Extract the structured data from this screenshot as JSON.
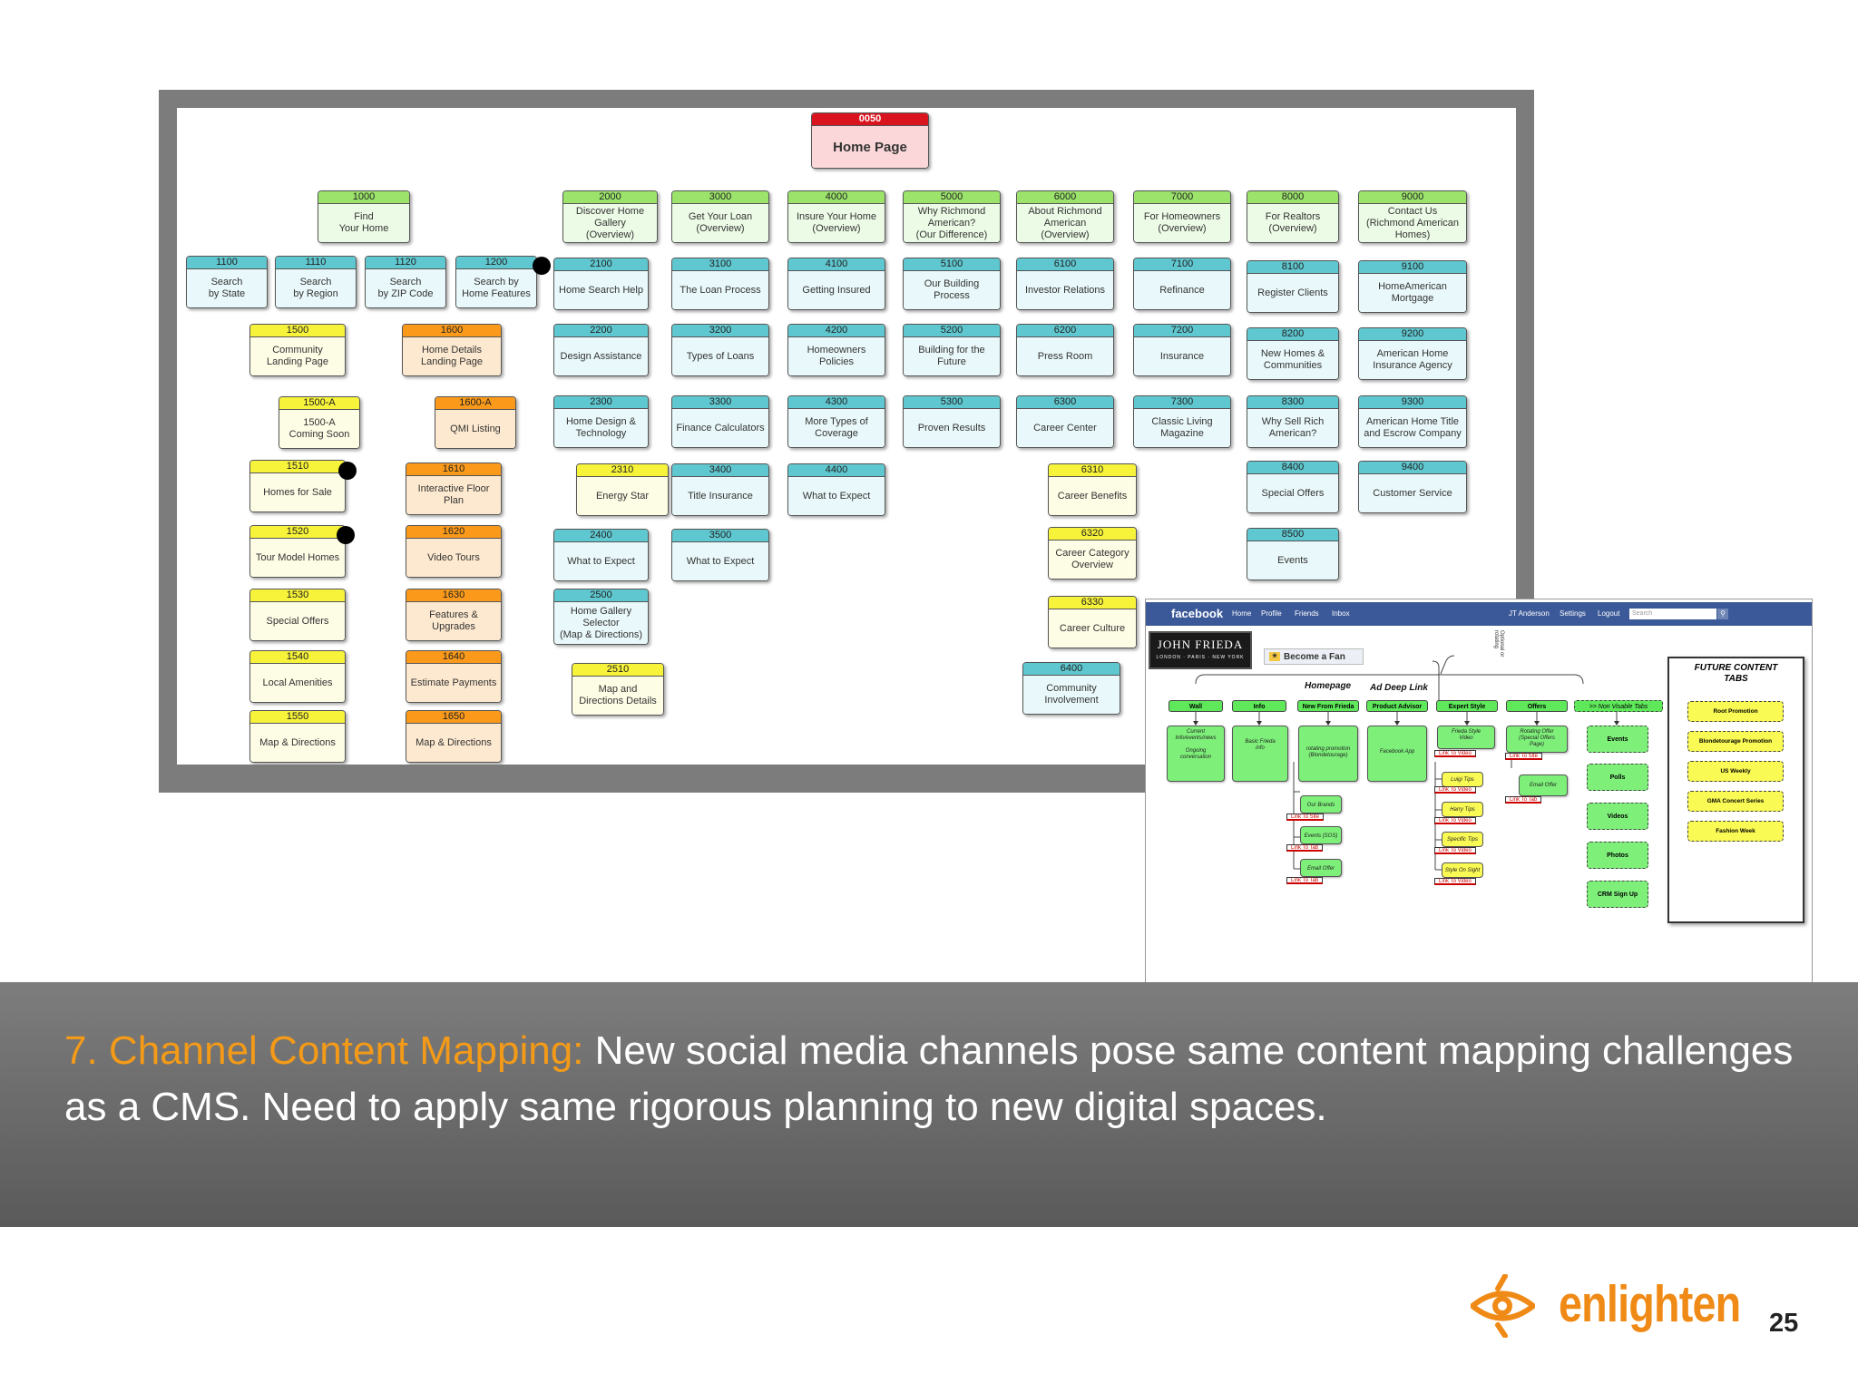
{
  "sitemap": {
    "home": {
      "id": "0050",
      "label": "Home Page"
    },
    "columns": [
      {
        "id": "1000",
        "label": "Find\nYour Home"
      },
      {
        "id": "2000",
        "label": "Discover Home\nGallery\n(Overview)"
      },
      {
        "id": "3000",
        "label": "Get Your Loan\n(Overview)"
      },
      {
        "id": "4000",
        "label": "Insure Your Home\n(Overview)"
      },
      {
        "id": "5000",
        "label": "Why Richmond\nAmerican?\n(Our Difference)"
      },
      {
        "id": "6000",
        "label": "About Richmond\nAmerican\n(Overview)"
      },
      {
        "id": "7000",
        "label": "For Homeowners\n(Overview)"
      },
      {
        "id": "8000",
        "label": "For Realtors\n(Overview)"
      },
      {
        "id": "9000",
        "label": "Contact Us\n(Richmond American\nHomes)"
      }
    ],
    "nodes": [
      {
        "id": "1100",
        "label": "Search\nby State",
        "color": "teal"
      },
      {
        "id": "1110",
        "label": "Search\nby Region",
        "color": "teal"
      },
      {
        "id": "1120",
        "label": "Search\nby ZIP Code",
        "color": "teal"
      },
      {
        "id": "1200",
        "label": "Search by\nHome Features",
        "color": "teal"
      },
      {
        "id": "1500",
        "label": "Community\nLanding Page",
        "color": "yellow"
      },
      {
        "id": "1600",
        "label": "Home Details\nLanding Page",
        "color": "orange"
      },
      {
        "id": "1500-A",
        "label": "1500-A\nComing Soon",
        "color": "yellow"
      },
      {
        "id": "1600-A",
        "label": "QMI Listing",
        "color": "orange"
      },
      {
        "id": "1510",
        "label": "Homes for Sale",
        "color": "yellow"
      },
      {
        "id": "1610",
        "label": "Interactive Floor\nPlan",
        "color": "orange"
      },
      {
        "id": "1520",
        "label": "Tour Model Homes",
        "color": "yellow"
      },
      {
        "id": "1620",
        "label": "Video Tours",
        "color": "orange"
      },
      {
        "id": "1530",
        "label": "Special Offers",
        "color": "yellow"
      },
      {
        "id": "1630",
        "label": "Features &\nUpgrades",
        "color": "orange"
      },
      {
        "id": "1540",
        "label": "Local Amenities",
        "color": "yellow"
      },
      {
        "id": "1640",
        "label": "Estimate Payments",
        "color": "orange"
      },
      {
        "id": "1550",
        "label": "Map & Directions",
        "color": "yellow"
      },
      {
        "id": "1650",
        "label": "Map & Directions",
        "color": "orange"
      },
      {
        "id": "2100",
        "label": "Home Search Help",
        "color": "teal"
      },
      {
        "id": "2200",
        "label": "Design Assistance",
        "color": "teal"
      },
      {
        "id": "2300",
        "label": "Home Design &\nTechnology",
        "color": "teal"
      },
      {
        "id": "2310",
        "label": "Energy Star",
        "color": "yellow"
      },
      {
        "id": "2400",
        "label": "What to Expect",
        "color": "teal"
      },
      {
        "id": "2500",
        "label": "Home Gallery\nSelector\n(Map & Directions)",
        "color": "teal"
      },
      {
        "id": "2510",
        "label": "Map and\nDirections Details",
        "color": "yellow"
      },
      {
        "id": "3100",
        "label": "The Loan Process",
        "color": "teal"
      },
      {
        "id": "3200",
        "label": "Types of Loans",
        "color": "teal"
      },
      {
        "id": "3300",
        "label": "Finance Calculators",
        "color": "teal"
      },
      {
        "id": "3400",
        "label": "Title Insurance",
        "color": "teal"
      },
      {
        "id": "3500",
        "label": "What to Expect",
        "color": "teal"
      },
      {
        "id": "4100",
        "label": "Getting Insured",
        "color": "teal"
      },
      {
        "id": "4200",
        "label": "Homeowners\nPolicies",
        "color": "teal"
      },
      {
        "id": "4300",
        "label": "More Types of\nCoverage",
        "color": "teal"
      },
      {
        "id": "4400",
        "label": "What to Expect",
        "color": "teal"
      },
      {
        "id": "5100",
        "label": "Our Building\nProcess",
        "color": "teal"
      },
      {
        "id": "5200",
        "label": "Building for the\nFuture",
        "color": "teal"
      },
      {
        "id": "5300",
        "label": "Proven Results",
        "color": "teal"
      },
      {
        "id": "6100",
        "label": "Investor Relations",
        "color": "teal"
      },
      {
        "id": "6200",
        "label": "Press Room",
        "color": "teal"
      },
      {
        "id": "6300",
        "label": "Career Center",
        "color": "teal"
      },
      {
        "id": "6310",
        "label": "Career Benefits",
        "color": "yellow"
      },
      {
        "id": "6320",
        "label": "Career Category\nOverview",
        "color": "yellow"
      },
      {
        "id": "6330",
        "label": "Career Culture",
        "color": "yellow"
      },
      {
        "id": "6400",
        "label": "Community\nInvolvement",
        "color": "teal"
      },
      {
        "id": "7100",
        "label": "Refinance",
        "color": "teal"
      },
      {
        "id": "7200",
        "label": "Insurance",
        "color": "teal"
      },
      {
        "id": "7300",
        "label": "Classic Living\nMagazine",
        "color": "teal"
      },
      {
        "id": "8100",
        "label": "Register Clients",
        "color": "teal"
      },
      {
        "id": "8200",
        "label": "New Homes &\nCommunities",
        "color": "teal"
      },
      {
        "id": "8300",
        "label": "Why Sell Rich\nAmerican?",
        "color": "teal"
      },
      {
        "id": "8400",
        "label": "Special Offers",
        "color": "teal"
      },
      {
        "id": "8500",
        "label": "Events",
        "color": "teal"
      },
      {
        "id": "9100",
        "label": "HomeAmerican\nMortgage",
        "color": "teal"
      },
      {
        "id": "9200",
        "label": "American Home\nInsurance Agency",
        "color": "teal"
      },
      {
        "id": "9300",
        "label": "American Home Title\nand Escrow Company",
        "color": "teal"
      },
      {
        "id": "9400",
        "label": "Customer Service",
        "color": "teal"
      }
    ]
  },
  "facebook": {
    "logo": "facebook",
    "nav": [
      "Home",
      "Profile",
      "Friends",
      "Inbox"
    ],
    "user": "JT Anderson",
    "settings": "Settings",
    "logout": "Logout",
    "search_placeholder": "Search",
    "brand_name": "JOHN FRIEDA",
    "brand_cities": "LONDON · PARIS · NEW YORK",
    "fan_button": "Become a Fan",
    "homepage_label": "Homepage",
    "deeplink_label": "Ad Deep Link",
    "optional_label": "Optional or rotating",
    "tabs": [
      "Wall",
      "Info",
      "New From Frieda",
      "Product Advisor",
      "Expert Style",
      "Offers",
      ">> Non Visable Tabs"
    ],
    "boxes": {
      "wall": "Current\nInfo/events/news\n\nOngoing\nconversation",
      "info": "Basic Frieda\ninfo",
      "new_from": "rotating promotion\n(Blondetourage)",
      "advisor": "Facebook App",
      "expert": "Frieda Style\nVideo",
      "offers": "Rotating Offer\n(Special Offers\nPage)",
      "our_brands": "Our Brands",
      "events_sos": "Events (SOS)",
      "email_offer": "Email Offer",
      "luigi": "Luigi Tips",
      "harry": "Harry Tips",
      "specific": "Specific Tips",
      "style_sight": "Style On Sight",
      "email_offer2": "Email Offer"
    },
    "links": {
      "site": "Link To Site",
      "video": "Link To Video",
      "tab": "Link To Tab"
    },
    "hidden_tabs": [
      "Events",
      "Polls",
      "Videos",
      "Photos",
      "CRM Sign Up"
    ],
    "future_title": "FUTURE CONTENT\nTABS",
    "future_tabs": [
      "Root Promotion",
      "Blondetourage Promotion",
      "US Weekly",
      "GMA Concert Series",
      "Fashion Week"
    ]
  },
  "caption": {
    "heading": "7. Channel Content Mapping:",
    "body": "  New social media channels pose same content mapping challenges as a CMS. Need to apply same rigorous planning to new digital spaces."
  },
  "brand": {
    "logo_text": "enlighten",
    "page_number": "25",
    "accent": "#f39a18"
  }
}
